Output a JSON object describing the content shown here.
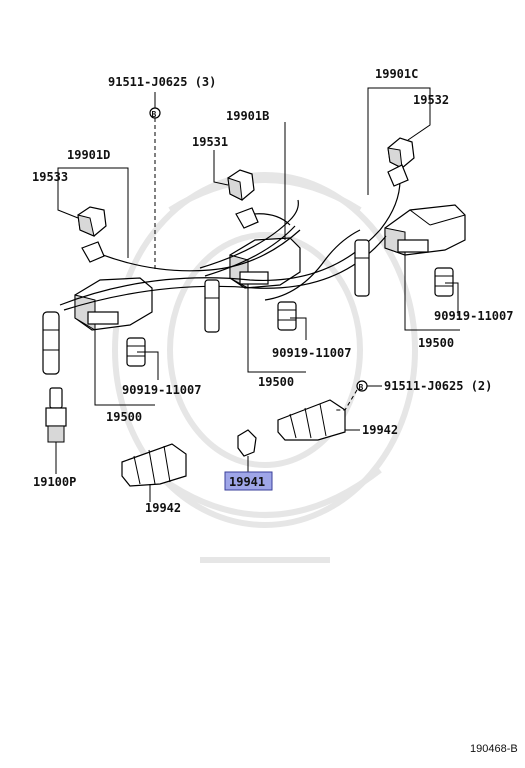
{
  "labels": {
    "bolt_top": "91511-J0625 (3)",
    "bolt_right": "91511-J0625 (2)",
    "wire_c": "19901C",
    "wire_b": "19901B",
    "wire_d": "19901D",
    "cap_c": "19532",
    "cap_b": "19531",
    "cap_d": "19533",
    "plug_right": "90919-11007",
    "plug_center": "90919-11007",
    "plug_left": "90919-11007",
    "coil_right": "19500",
    "coil_center": "19500",
    "coil_left": "19500",
    "clamp_right": "19942",
    "clamp_left": "19942",
    "highlight": "19941",
    "spark_plug": "19100P",
    "bolt_marker": "B",
    "bolt_marker_2": "B"
  },
  "footer": {
    "ref": "190468-B"
  },
  "colors": {
    "highlight_fill": "#9fa6e8",
    "highlight_stroke": "#3a3f9a",
    "line": "#000000"
  }
}
